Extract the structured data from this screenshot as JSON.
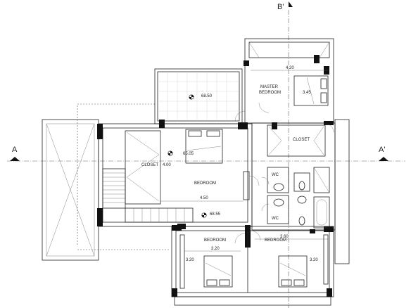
{
  "sections": {
    "b_prime": "B'",
    "a": "A",
    "a_prime": "A'"
  },
  "rooms": {
    "master_bedroom_line1": "MASTER",
    "master_bedroom_line2": "BEDROOM",
    "closet_right": "CLOSET",
    "closet_left": "CLOSET",
    "bedroom_main": "BEDROOM",
    "wc_upper": "WC",
    "wc_lower": "WC",
    "bedroom_lower_left": "BEDROOM",
    "bedroom_lower_right": "BEDROOM"
  },
  "dimensions": {
    "master_width": "4.20",
    "master_depth": "3.45",
    "left_closet_height": "4.00",
    "bedroom_width": "4.50",
    "lower_right_width": "3.60",
    "lower_left_width": "3.20",
    "lower_left_side": "3.20",
    "lower_right_side": "3.20"
  },
  "levels": {
    "terrace": "68.50",
    "bedroom": "65.05",
    "hall": "68.55"
  },
  "colors": {
    "wall": "#111111",
    "line": "#222222",
    "tile": "#cfcfcf"
  }
}
